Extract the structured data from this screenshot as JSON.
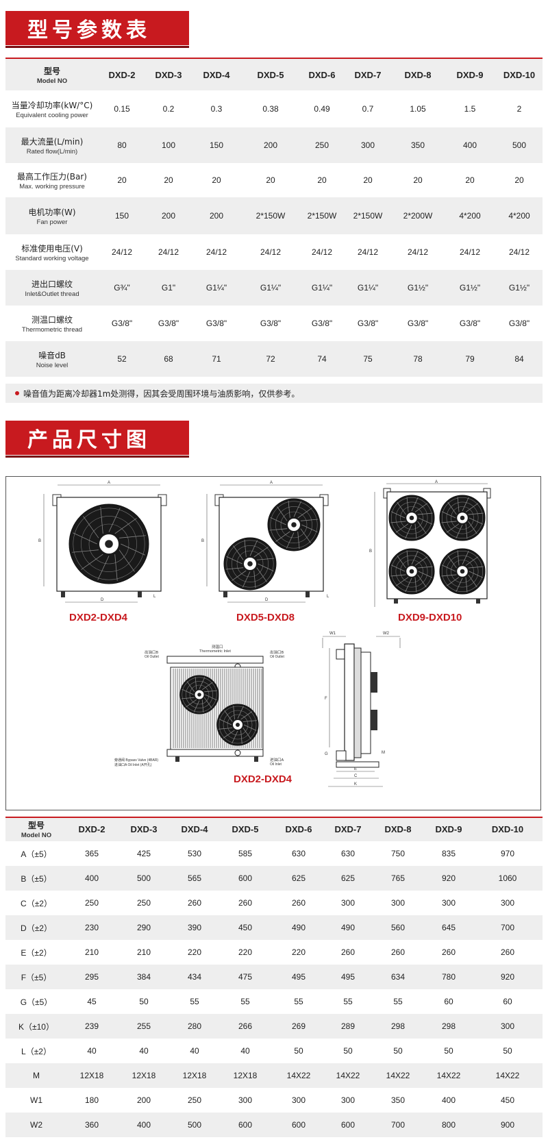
{
  "section1": {
    "title": "型号参数表"
  },
  "section2": {
    "title": "产品尺寸图"
  },
  "models": [
    "DXD-2",
    "DXD-3",
    "DXD-4",
    "DXD-5",
    "DXD-6",
    "DXD-7",
    "DXD-8",
    "DXD-9",
    "DXD-10"
  ],
  "header_label": {
    "cn": "型号",
    "en": "Model NO"
  },
  "params": [
    {
      "cn": "当量冷却功率(kW/°C)",
      "en": "Equivalent cooling power",
      "values": [
        "0.15",
        "0.2",
        "0.3",
        "0.38",
        "0.49",
        "0.7",
        "1.05",
        "1.5",
        "2"
      ]
    },
    {
      "cn": "最大流量(L/min)",
      "en": "Rated flow(L/min)",
      "values": [
        "80",
        "100",
        "150",
        "200",
        "250",
        "300",
        "350",
        "400",
        "500"
      ]
    },
    {
      "cn": "最高工作压力(Bar)",
      "en": "Max. working pressure",
      "values": [
        "20",
        "20",
        "20",
        "20",
        "20",
        "20",
        "20",
        "20",
        "20"
      ]
    },
    {
      "cn": "电机功率(W)",
      "en": "Fan power",
      "values": [
        "150",
        "200",
        "200",
        "2*150W",
        "2*150W",
        "2*150W",
        "2*200W",
        "4*200",
        "4*200"
      ]
    },
    {
      "cn": "标准使用电压(V)",
      "en": "Standard working voltage",
      "values": [
        "24/12",
        "24/12",
        "24/12",
        "24/12",
        "24/12",
        "24/12",
        "24/12",
        "24/12",
        "24/12"
      ]
    },
    {
      "cn": "进出口螺纹",
      "en": "Inlet&Outlet thread",
      "values": [
        "G¾\"",
        "G1\"",
        "G1¼\"",
        "G1¼\"",
        "G1¼\"",
        "G1¼\"",
        "G1½\"",
        "G1½\"",
        "G1½\""
      ]
    },
    {
      "cn": "测温口螺纹",
      "en": "Thermometric thread",
      "values": [
        "G3/8\"",
        "G3/8\"",
        "G3/8\"",
        "G3/8\"",
        "G3/8\"",
        "G3/8\"",
        "G3/8\"",
        "G3/8\"",
        "G3/8\""
      ]
    },
    {
      "cn": "噪音dB",
      "en": "Noise level",
      "values": [
        "52",
        "68",
        "71",
        "72",
        "74",
        "75",
        "78",
        "79",
        "84"
      ]
    }
  ],
  "note": "噪音值为距离冷却器1m处测得，因其会受周围环境与油质影响，仅供参考。",
  "diagram": {
    "caption_a": "DXD2-DXD4",
    "caption_b": "DXD5-DXD8",
    "caption_c": "DXD9-DXD10",
    "caption_d": "DXD2-DXD4",
    "dim_a": "A",
    "dim_b": "B",
    "dim_d": "D",
    "dim_l": "L",
    "oil_outlet_b": "出油口B\nOil Outlet",
    "oil_outlet_b_cn": "出油口B",
    "oil_outlet_en": "Oil Outlet",
    "thermo_cn": "测温口",
    "thermo_en": "Thermometric Inlet",
    "oil_outlet_b2_cn": "出油口B",
    "bypass": "旁通阀 Bypass Valve (4BAR)",
    "oil_inlet_a_cn": "进油口A",
    "oil_inlet_en": "Oil Inlet",
    "oil_inlet_a2_cn": "进油口A",
    "oil_inlet_a_left": "进油口A Oil Inlet (A开孔)",
    "w1": "W1",
    "w2": "W2",
    "f": "F",
    "g": "G",
    "e": "E",
    "c": "C",
    "k": "K",
    "m": "M"
  },
  "dims": [
    {
      "label": "A（±5）",
      "values": [
        "365",
        "425",
        "530",
        "585",
        "630",
        "630",
        "750",
        "835",
        "970"
      ]
    },
    {
      "label": "B（±5）",
      "values": [
        "400",
        "500",
        "565",
        "600",
        "625",
        "625",
        "765",
        "920",
        "1060"
      ]
    },
    {
      "label": "C（±2）",
      "values": [
        "250",
        "250",
        "260",
        "260",
        "260",
        "300",
        "300",
        "300",
        "300"
      ]
    },
    {
      "label": "D（±2）",
      "values": [
        "230",
        "290",
        "390",
        "450",
        "490",
        "490",
        "560",
        "645",
        "700"
      ]
    },
    {
      "label": "E（±2）",
      "values": [
        "210",
        "210",
        "220",
        "220",
        "220",
        "260",
        "260",
        "260",
        "260"
      ]
    },
    {
      "label": "F（±5）",
      "values": [
        "295",
        "384",
        "434",
        "475",
        "495",
        "495",
        "634",
        "780",
        "920"
      ]
    },
    {
      "label": "G（±5）",
      "values": [
        "45",
        "50",
        "55",
        "55",
        "55",
        "55",
        "55",
        "60",
        "60"
      ]
    },
    {
      "label": "K（±10）",
      "values": [
        "239",
        "255",
        "280",
        "266",
        "269",
        "289",
        "298",
        "298",
        "300"
      ]
    },
    {
      "label": "L（±2）",
      "values": [
        "40",
        "40",
        "40",
        "40",
        "50",
        "50",
        "50",
        "50",
        "50"
      ]
    },
    {
      "label": "M",
      "values": [
        "12X18",
        "12X18",
        "12X18",
        "12X18",
        "14X22",
        "14X22",
        "14X22",
        "14X22",
        "14X22"
      ]
    },
    {
      "label": "W1",
      "values": [
        "180",
        "200",
        "250",
        "300",
        "300",
        "300",
        "350",
        "400",
        "450"
      ]
    },
    {
      "label": "W2",
      "values": [
        "360",
        "400",
        "500",
        "600",
        "600",
        "600",
        "700",
        "800",
        "900"
      ]
    }
  ]
}
